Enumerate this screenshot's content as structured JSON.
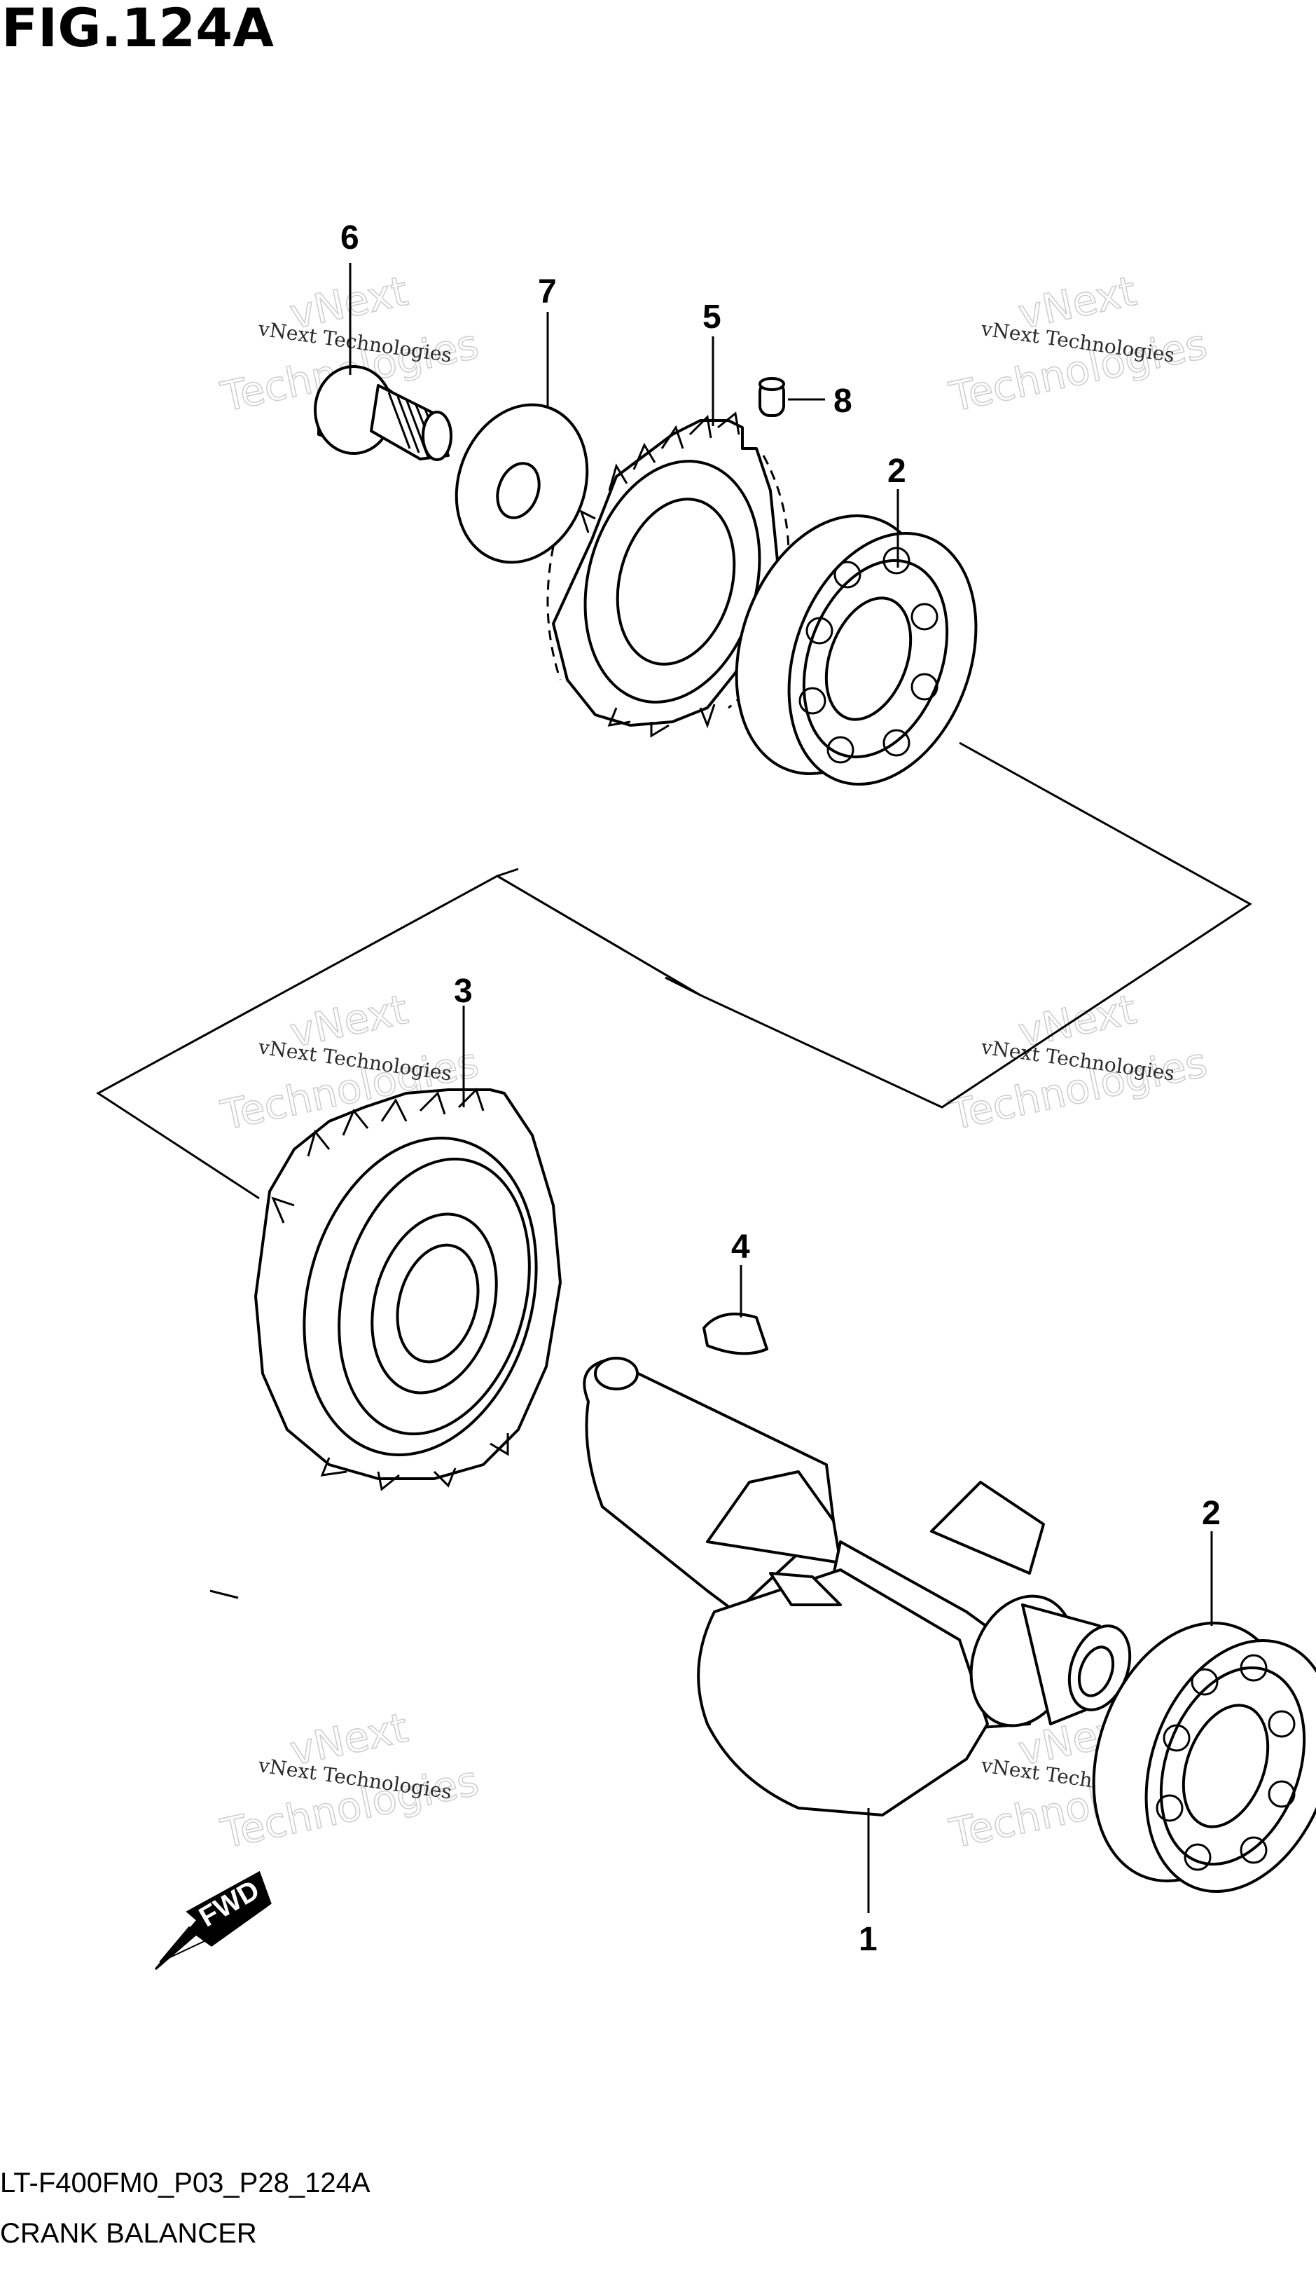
{
  "figure": {
    "title": "FIG.124A",
    "code": "LT-F400FM0_P03_P28_124A",
    "name": "CRANK BALANCER"
  },
  "callouts": [
    {
      "id": "c6",
      "label": "6"
    },
    {
      "id": "c7",
      "label": "7"
    },
    {
      "id": "c5",
      "label": "5"
    },
    {
      "id": "c8",
      "label": "8"
    },
    {
      "id": "c2a",
      "label": "2"
    },
    {
      "id": "c3",
      "label": "3"
    },
    {
      "id": "c4",
      "label": "4"
    },
    {
      "id": "c2b",
      "label": "2"
    },
    {
      "id": "c1",
      "label": "1"
    }
  ],
  "watermark": {
    "line": "vNext Technologies",
    "large": "Technologies",
    "large_top": "vNext"
  },
  "fwd_label": "FWD",
  "colors": {
    "ink": "#000000",
    "background": "#ffffff",
    "watermark": "#cfcfcf"
  }
}
